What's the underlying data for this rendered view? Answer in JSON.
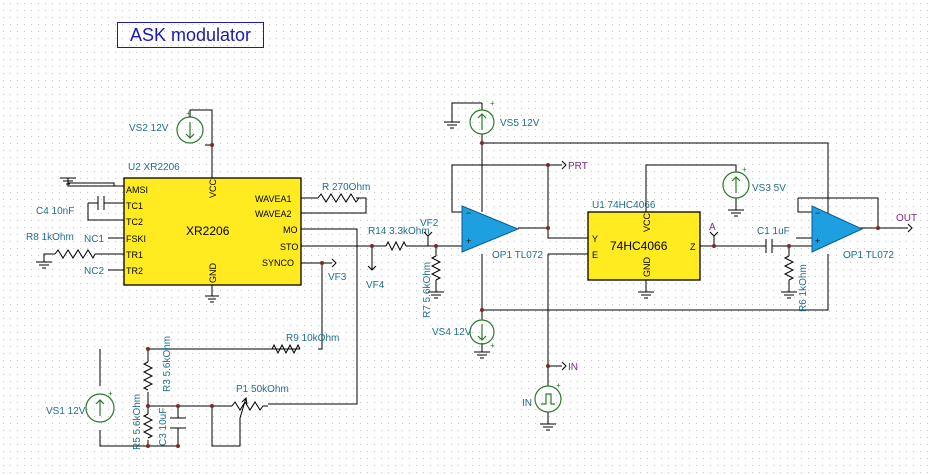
{
  "title": "ASK modulator",
  "xr2206": {
    "ref": "U2 XR2206",
    "name": "XR2206",
    "pins_left": [
      "AMSI",
      "TC1",
      "TC2",
      "FSKI",
      "TR1",
      "TR2"
    ],
    "pins_right": [
      "WAVEA1",
      "WAVEA2",
      "MO",
      "STO",
      "SYNCO"
    ],
    "pin_top": "VCC",
    "pin_bottom": "GND"
  },
  "hc4066": {
    "ref": "U1 74HC4066",
    "name": "74HC4066",
    "pin_y": "Y",
    "pin_e": "E",
    "pin_z": "Z",
    "pin_vcc": "VCC",
    "pin_gnd": "GND"
  },
  "labels": {
    "vs2": "VS2 12V",
    "vs5": "VS5 12V",
    "vs3": "VS3 5V",
    "vs4": "VS4 12V",
    "vs1": "VS1 12V",
    "c4": "C4 10nF",
    "r8": "R8 1kOhm",
    "nc1": "NC1",
    "nc2": "NC2",
    "r2": "R 270Ohm",
    "r14": "R14 3.3kOhm",
    "r7": "R7 5.6kOhm",
    "vf2": "VF2",
    "vf3": "VF3",
    "vf4": "VF4",
    "op1a": "OP1 TL072",
    "op1b": "OP1 TL072",
    "prt": "PRT",
    "in_net": "IN",
    "in_src": "IN",
    "a_net": "A",
    "c1": "C1 1uF",
    "r6": "R6 1kOhm",
    "out": "OUT",
    "r9": "R9 10kOhm",
    "r3": "R3 5.6kOhm",
    "r5": "R5 5.6kOhm",
    "c3": "C3 10uF",
    "p1": "P1 50kOhm"
  },
  "colors": {
    "ic_fill": "#ffeb1f",
    "opamp_fill": "#1e9fe0",
    "source_green": "#2a7a2a",
    "label_teal": "#1f6f8b",
    "net_purple": "#7a2a8a",
    "title_blue": "#1a1ab0"
  }
}
